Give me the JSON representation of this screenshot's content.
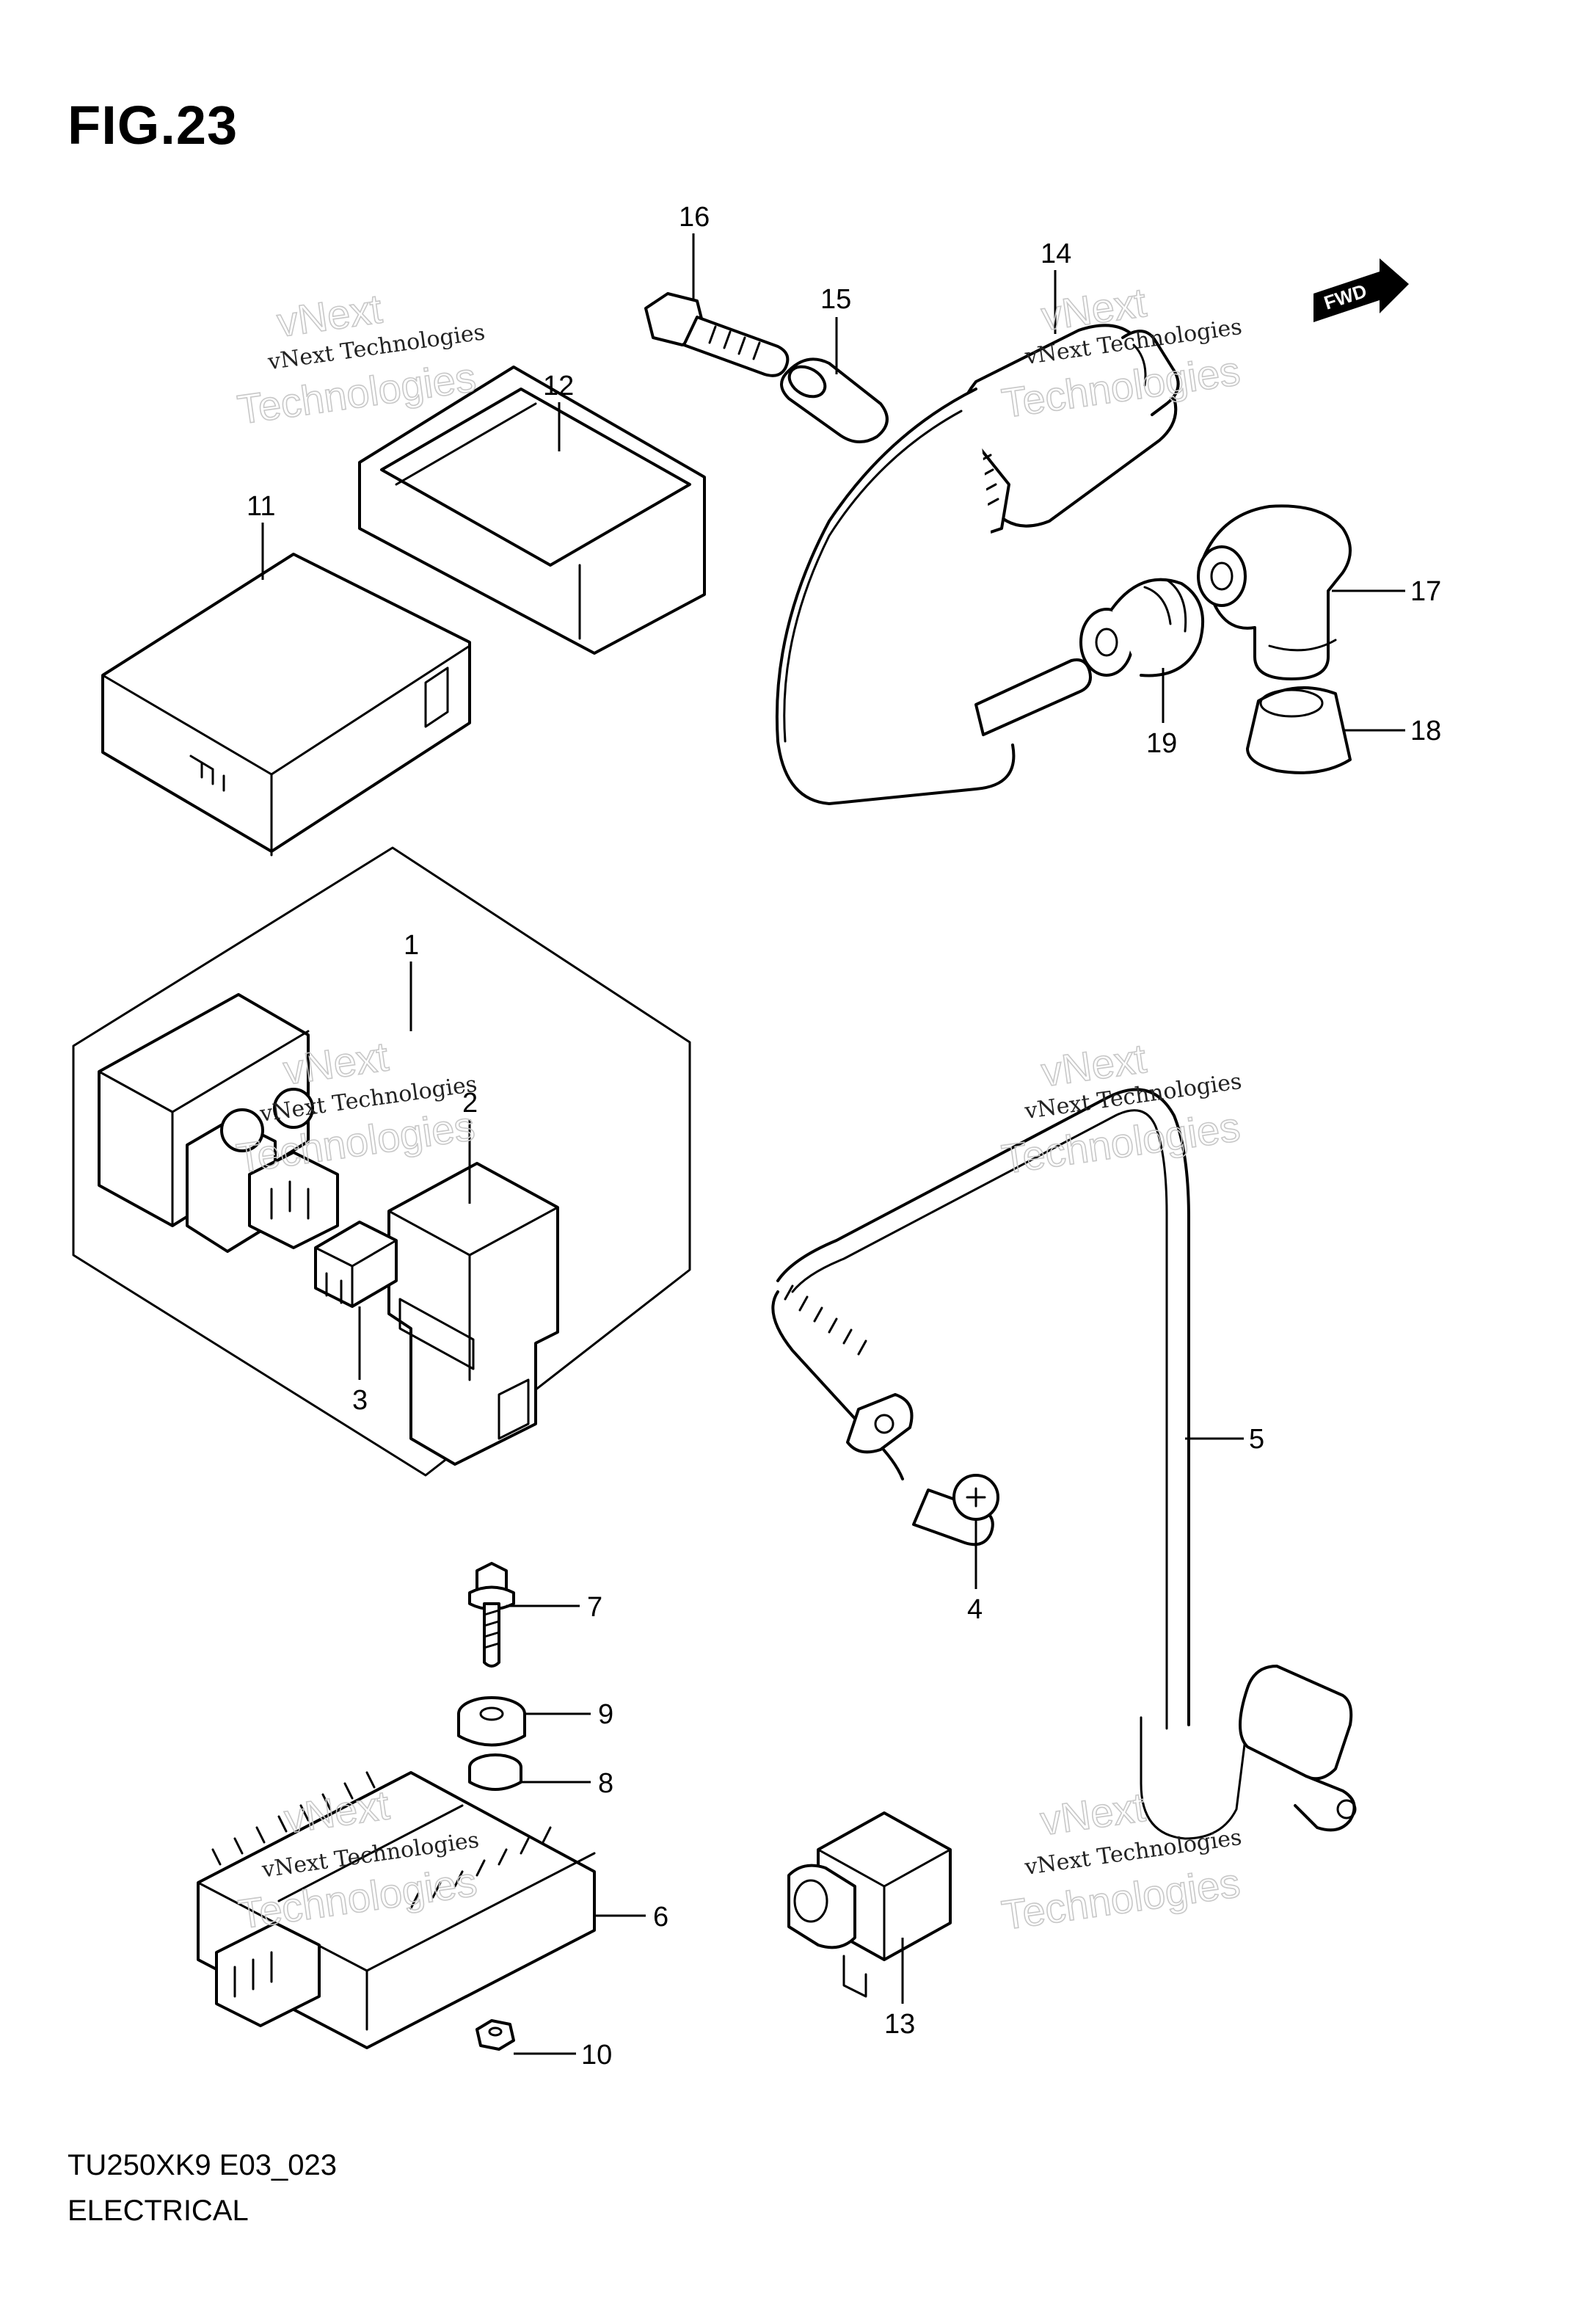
{
  "figure_title": "FIG.23",
  "footer": {
    "model_code": "TU250XK9 E03_023",
    "section_name": "ELECTRICAL"
  },
  "direction_marker": "FWD",
  "watermark": {
    "line1": "vNext Technologies",
    "line2": "Technologies",
    "line3": "vNext"
  },
  "callouts": {
    "c1": "1",
    "c2": "2",
    "c3": "3",
    "c4": "4",
    "c5": "5",
    "c6": "6",
    "c7": "7",
    "c8": "8",
    "c9": "9",
    "c10": "10",
    "c11": "11",
    "c12": "12",
    "c13": "13",
    "c14": "14",
    "c15": "15",
    "c16": "16",
    "c17": "17",
    "c18": "18",
    "c19": "19"
  }
}
